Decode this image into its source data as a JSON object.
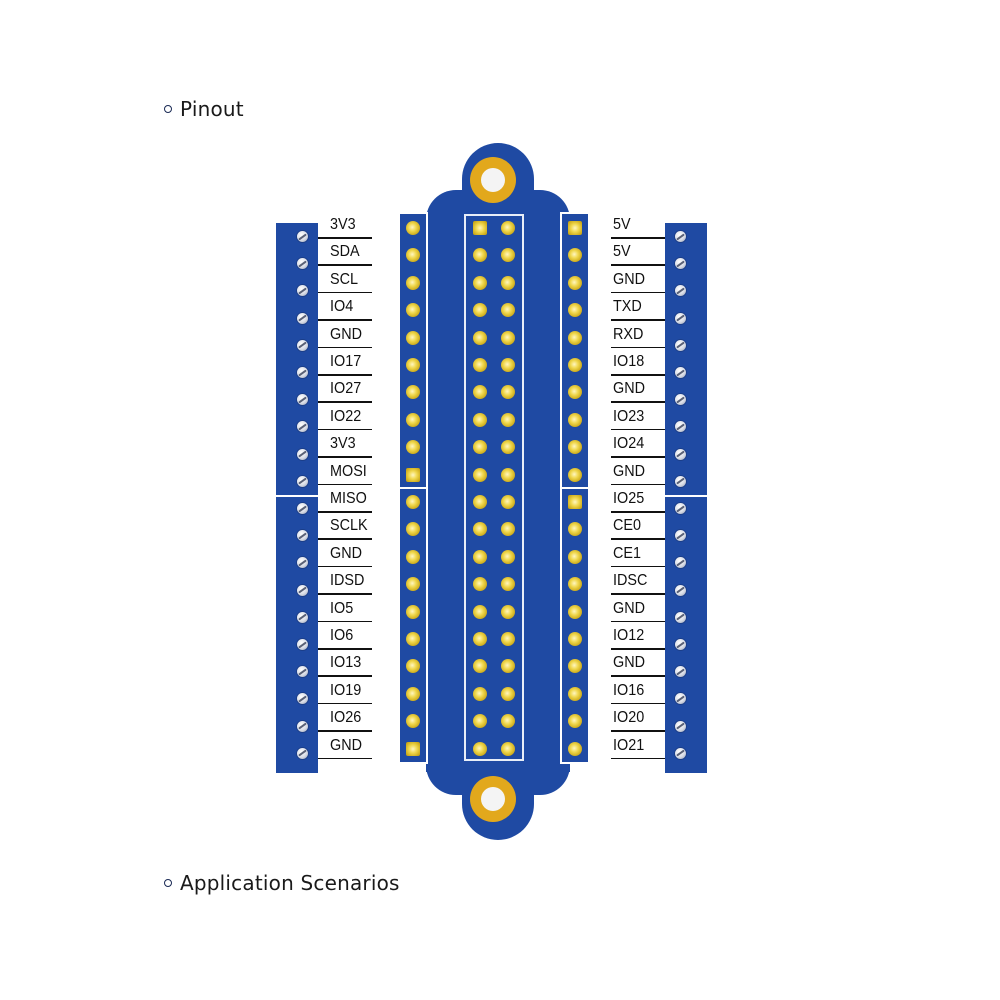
{
  "headings": {
    "pinout": "Pinout",
    "application_scenarios": "Application Scenarios"
  },
  "colors": {
    "pcb_blue": "#1f4aa3",
    "gold_pad": "#e2a81c",
    "background": "#ffffff",
    "label_text": "#111111"
  },
  "board": {
    "left_labels": [
      "3V3",
      "SDA",
      "SCL",
      "IO4",
      "GND",
      "IO17",
      "IO27",
      "IO22",
      "3V3",
      "MOSI",
      "MISO",
      "SCLK",
      "GND",
      "IDSD",
      "IO5",
      "IO6",
      "IO13",
      "IO19",
      "IO26",
      "GND"
    ],
    "right_labels": [
      "5V",
      "5V",
      "GND",
      "TXD",
      "RXD",
      "IO18",
      "GND",
      "IO23",
      "IO24",
      "GND",
      "IO25",
      "CE0",
      "CE1",
      "IDSC",
      "GND",
      "IO12",
      "GND",
      "IO16",
      "IO20",
      "IO21"
    ],
    "pins_per_side": 20,
    "center_header": {
      "rows": 20,
      "cols": 2
    },
    "screw_terminal_blocks_per_side": 2,
    "mounting_holes": 2
  }
}
